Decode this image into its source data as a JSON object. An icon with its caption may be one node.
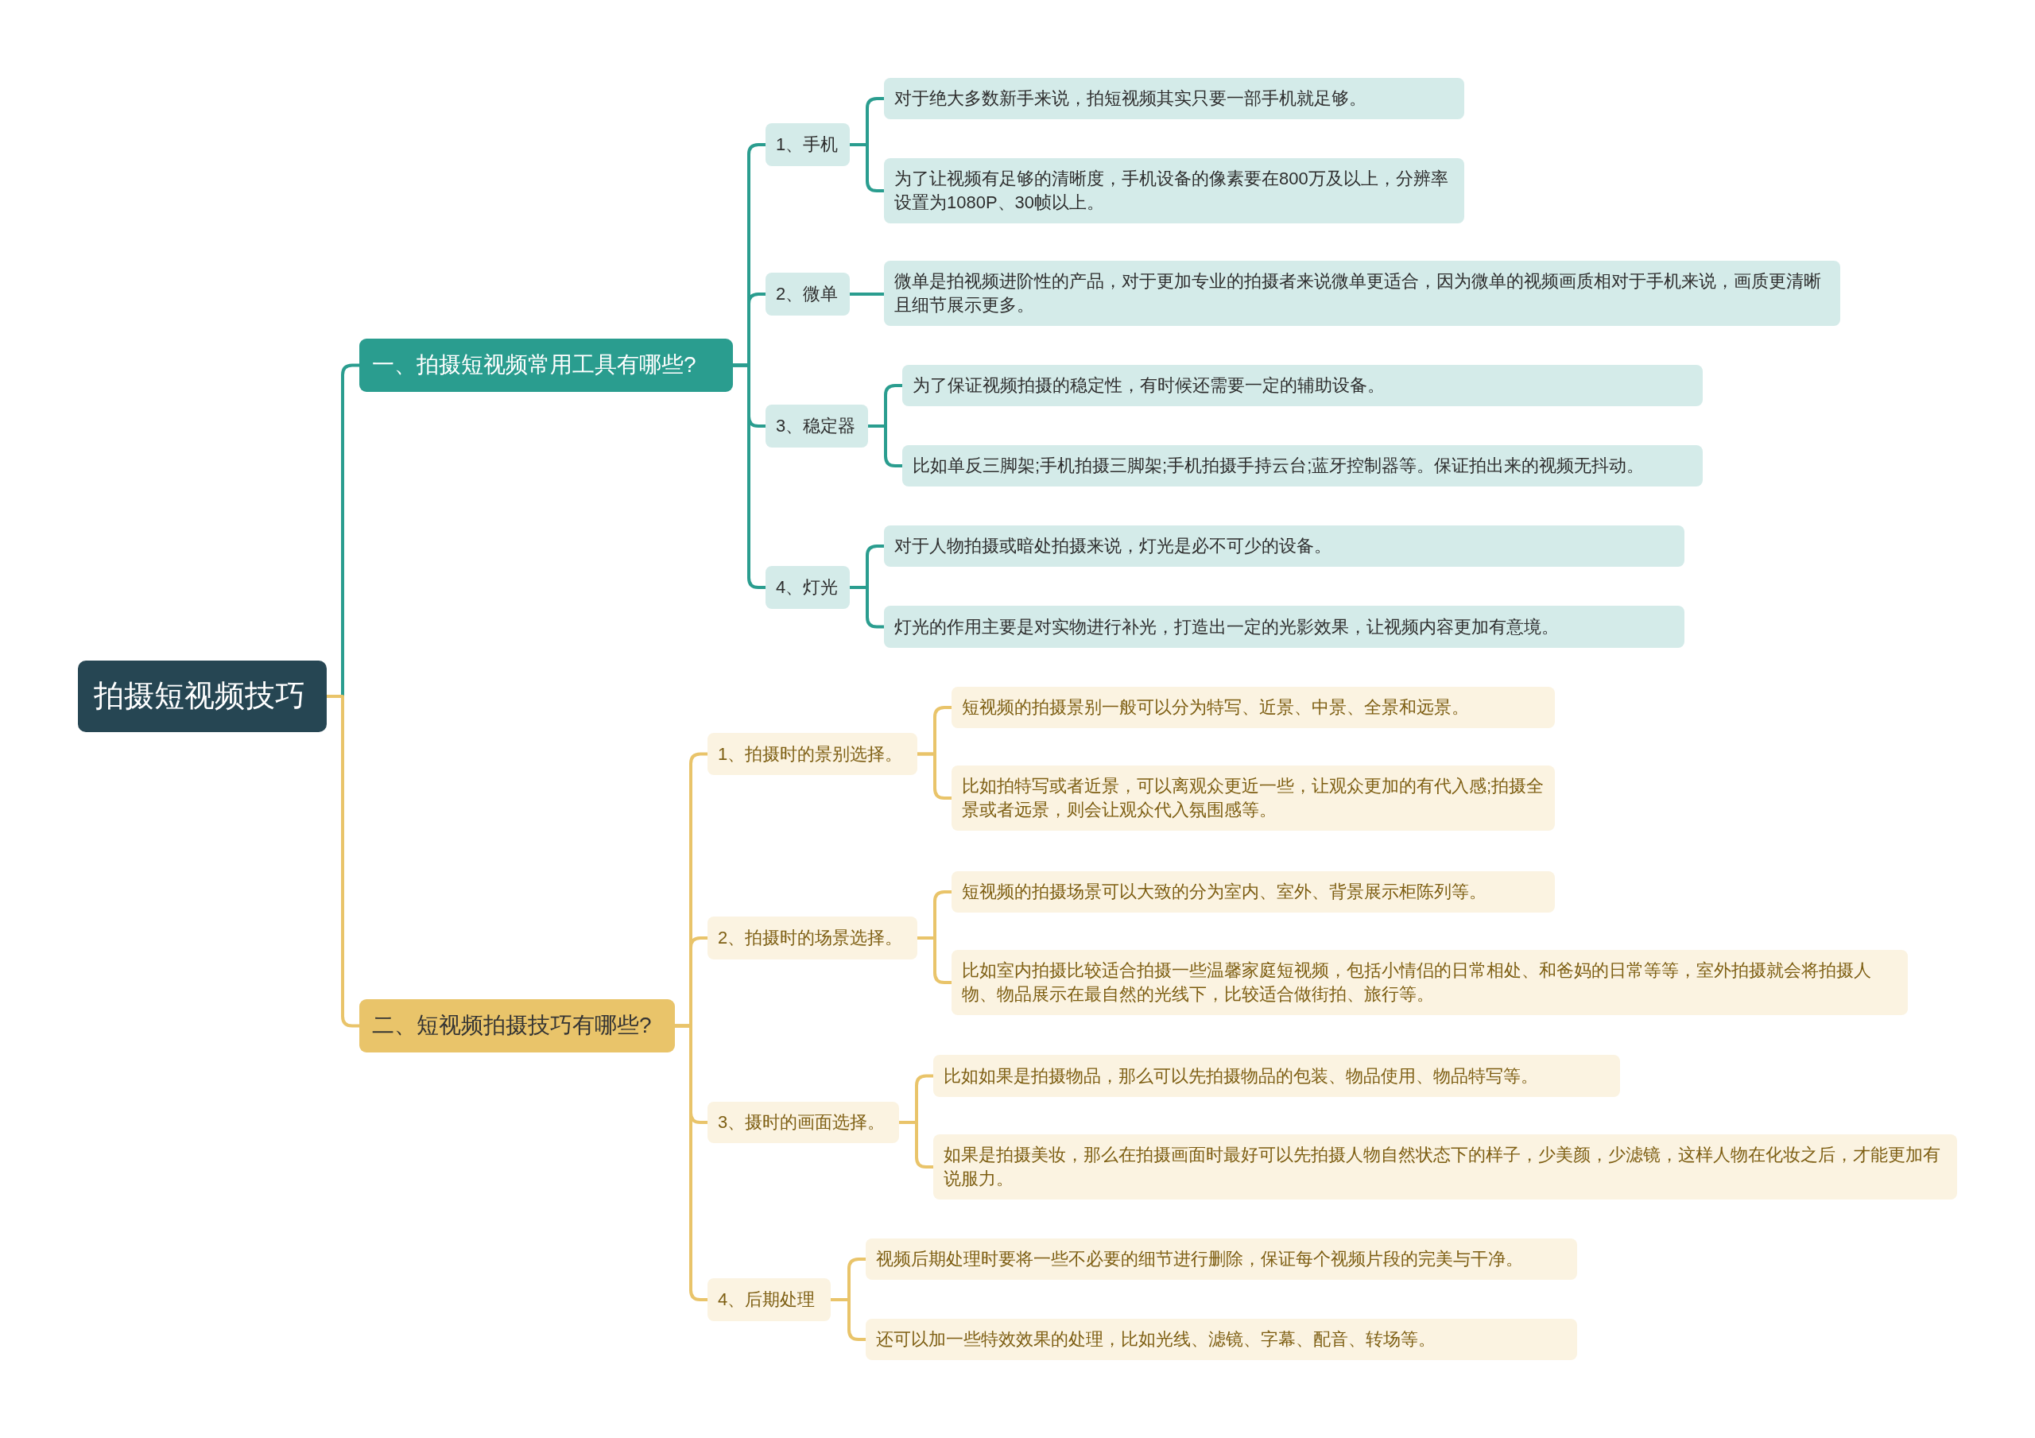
{
  "diagram": {
    "nodes": [
      {
        "text": [
          "拍摄短视频技巧"
        ]
      },
      {
        "text": [
          "一、拍摄短视频常用工具有哪些?"
        ]
      },
      {
        "text": [
          "1、手机"
        ]
      },
      {
        "text": [
          "对于绝大多数新手来说，拍短视频其实只要一部手机就足够。"
        ]
      },
      {
        "text": [
          "为了让视频有足够的清晰度，手机设备的像素要在800万及以上，分辨率设置为1080P、30帧以上。"
        ]
      },
      {
        "text": [
          "2、微单"
        ]
      },
      {
        "text": [
          "微单是拍视频进阶性的产品，对于更加专业的拍摄者来说微单更适合，因为微单的视频画质相对于手机来说，画质更清晰且细节展示更多。"
        ]
      },
      {
        "text": [
          "3、稳定器"
        ]
      },
      {
        "text": [
          "为了保证视频拍摄的稳定性，有时候还需要一定的辅助设备。"
        ]
      },
      {
        "text": [
          "比如单反三脚架;手机拍摄三脚架;手机拍摄手持云台;蓝牙控制器等。保证拍出来的视频无抖动。"
        ]
      },
      {
        "text": [
          "4、灯光"
        ]
      },
      {
        "text": [
          "对于人物拍摄或暗处拍摄来说，灯光是必不可少的设备。"
        ]
      },
      {
        "text": [
          "灯光的作用主要是对实物进行补光，打造出一定的光影效果，让视频内容更加有意境。"
        ]
      },
      {
        "text": [
          "二、短视频拍摄技巧有哪些?"
        ]
      },
      {
        "text": [
          "1、拍摄时的景别选择。"
        ]
      },
      {
        "text": [
          "短视频的拍摄景别一般可以分为特写、近景、中景、全景和远景。"
        ]
      },
      {
        "text": [
          "比如拍特写或者近景，可以离观众更近一些，让观众更加的有代入感;拍摄全景或者远景，则会让观众代入氛围感等。"
        ]
      },
      {
        "text": [
          "2、拍摄时的场景选择。"
        ]
      },
      {
        "text": [
          "短视频的拍摄场景可以大致的分为室内、室外、背景展示柜陈列等。"
        ]
      },
      {
        "text": [
          "比如室内拍摄比较适合拍摄一些温馨家庭短视频，包括小情侣的日常相处、和爸妈的日常等等，室外拍摄就会将拍摄人物、物品展示在最自然的光线下，比较适合做街拍、旅行等。"
        ]
      },
      {
        "text": [
          "3、摄时的画面选择。"
        ]
      },
      {
        "text": [
          "比如如果是拍摄物品，那么可以先拍摄物品的包装、物品使用、物品特写等。"
        ]
      },
      {
        "text": [
          "如果是拍摄美妆，那么在拍摄画面时最好可以先拍摄人物自然状态下的样子，少美颜，少滤镜，这样人物在化妆之后，才能更加有说服力。"
        ]
      },
      {
        "text": [
          "4、后期处理"
        ]
      },
      {
        "text": [
          "视频后期处理时要将一些不必要的细节进行删除，保证每个视频片段的完美与干净。"
        ]
      },
      {
        "text": [
          "还可以加一些特效效果的处理，比如光线、滤镜、字幕、配音、转场等。"
        ]
      }
    ],
    "edges": [
      {
        "from": 0,
        "to": 1,
        "arrow": "none",
        "color": "#2a9d8f"
      },
      {
        "from": 1,
        "to": 2,
        "arrow": "none",
        "color": "#2a9d8f"
      },
      {
        "from": 2,
        "to": 3,
        "arrow": "none",
        "color": "#2a9d8f"
      },
      {
        "from": 2,
        "to": 4,
        "arrow": "none",
        "color": "#2a9d8f"
      },
      {
        "from": 1,
        "to": 5,
        "arrow": "none",
        "color": "#2a9d8f"
      },
      {
        "from": 5,
        "to": 6,
        "arrow": "none",
        "color": "#2a9d8f"
      },
      {
        "from": 1,
        "to": 7,
        "arrow": "none",
        "color": "#2a9d8f"
      },
      {
        "from": 7,
        "to": 8,
        "arrow": "none",
        "color": "#2a9d8f"
      },
      {
        "from": 7,
        "to": 9,
        "arrow": "none",
        "color": "#2a9d8f"
      },
      {
        "from": 1,
        "to": 10,
        "arrow": "none",
        "color": "#2a9d8f"
      },
      {
        "from": 10,
        "to": 11,
        "arrow": "none",
        "color": "#2a9d8f"
      },
      {
        "from": 10,
        "to": 12,
        "arrow": "none",
        "color": "#2a9d8f"
      },
      {
        "from": 0,
        "to": 13,
        "arrow": "none"
      },
      {
        "from": 13,
        "to": 14,
        "arrow": "none"
      },
      {
        "from": 14,
        "to": 15,
        "arrow": "none"
      },
      {
        "from": 14,
        "to": 16,
        "arrow": "none"
      },
      {
        "from": 13,
        "to": 17,
        "arrow": "none"
      },
      {
        "from": 17,
        "to": 18,
        "arrow": "none"
      },
      {
        "from": 17,
        "to": 19,
        "arrow": "none"
      },
      {
        "from": 13,
        "to": 20,
        "arrow": "none"
      },
      {
        "from": 20,
        "to": 21,
        "arrow": "none"
      },
      {
        "from": 20,
        "to": 22,
        "arrow": "none"
      },
      {
        "from": 13,
        "to": 23,
        "arrow": "none"
      },
      {
        "from": 23,
        "to": 24,
        "arrow": "none"
      },
      {
        "from": 23,
        "to": 25,
        "arrow": "none"
      }
    ]
  }
}
